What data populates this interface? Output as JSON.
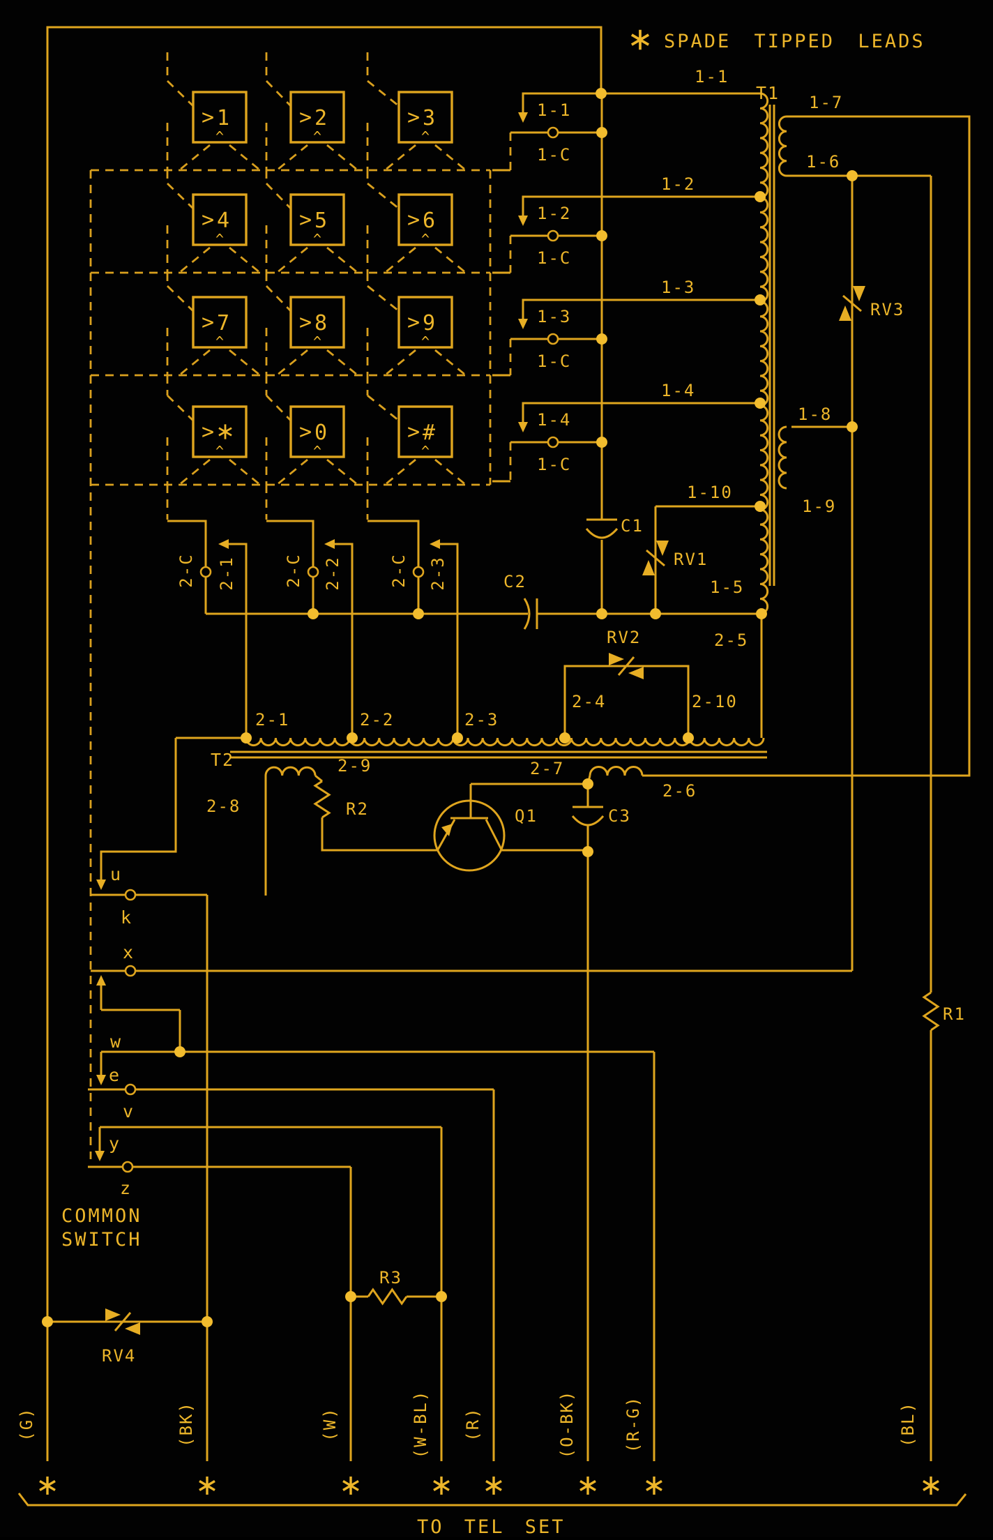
{
  "legend": {
    "marker": "*",
    "text": "SPADE TIPPED LEADS"
  },
  "footer": {
    "text": "TO TEL SET"
  },
  "keypad": {
    "pointer": ">",
    "plunger": "^",
    "keys": [
      "1",
      "2",
      "3",
      "4",
      "5",
      "6",
      "7",
      "8",
      "9",
      "*",
      "0",
      "#"
    ]
  },
  "t1": {
    "name": "T1",
    "taps": [
      "1-1",
      "1-2",
      "1-3",
      "1-4"
    ],
    "common": "1-C",
    "tap_10": "1-10",
    "tap_5": "1-5",
    "sec_7": "1-7",
    "sec_6": "1-6",
    "sec_8": "1-8",
    "sec_9": "1-9"
  },
  "t2": {
    "name": "T2",
    "taps": [
      "2-1",
      "2-2",
      "2-3",
      "2-4",
      "2-10"
    ],
    "right_end": "2-5",
    "col_common": "2-C",
    "col_taps": [
      "2-1",
      "2-2",
      "2-3"
    ],
    "b28": "2-8",
    "b29": "2-9",
    "b27": "2-7",
    "b26": "2-6"
  },
  "components": {
    "c1": "C1",
    "c2": "C2",
    "c3": "C3",
    "rv1": "RV1",
    "rv2": "RV2",
    "rv3": "RV3",
    "rv4": "RV4",
    "r1": "R1",
    "r2": "R2",
    "r3": "R3",
    "q1": "Q1"
  },
  "common_switch": {
    "line1": "COMMON",
    "line2": "SWITCH",
    "terminals": {
      "u": "u",
      "k": "k",
      "x": "x",
      "w": "w",
      "e": "e",
      "v": "v",
      "y": "y",
      "z": "z"
    }
  },
  "leads": [
    "(G)",
    "(BK)",
    "(W)",
    "(W-BL)",
    "(R)",
    "(O-BK)",
    "(R-G)",
    "(BL)"
  ],
  "lead_marker": "*"
}
